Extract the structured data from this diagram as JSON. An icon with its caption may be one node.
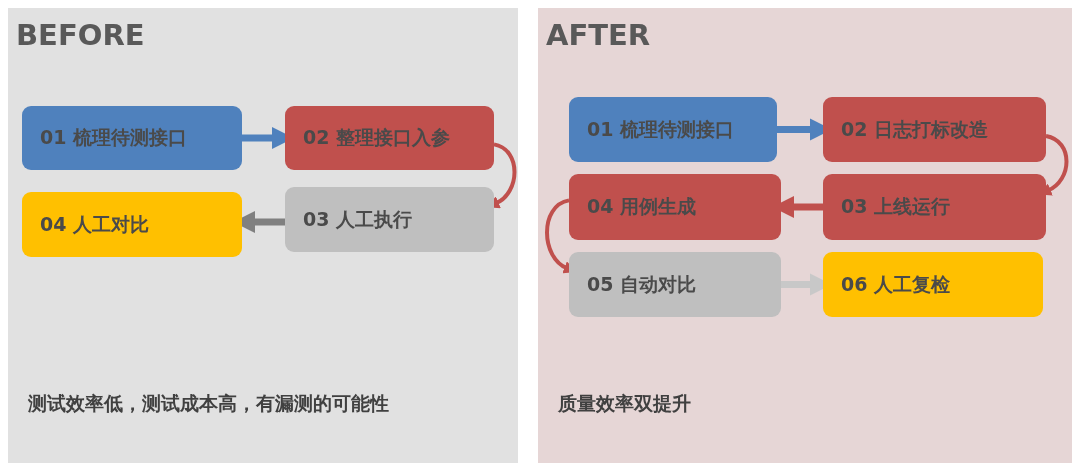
{
  "diagram": {
    "nodes": [
      {
        "text": [
          "BEFORE",
          "测试效率低，测试成本高，有漏测的可能性"
        ]
      },
      {
        "text": [
          "01 梳理待测接口"
        ],
        "in": 0
      },
      {
        "text": [
          "02 整理接口入参"
        ],
        "in": 0
      },
      {
        "text": [
          "03 人工执行"
        ],
        "in": 0
      },
      {
        "text": [
          "04 人工对比"
        ],
        "in": 0
      },
      {
        "text": [
          "AFTER",
          "质量效率双提升"
        ]
      },
      {
        "text": [
          "01 梳理待测接口"
        ],
        "in": 5
      },
      {
        "text": [
          "02 日志打标改造"
        ],
        "in": 5
      },
      {
        "text": [
          "03 上线运行"
        ],
        "in": 5
      },
      {
        "text": [
          "04 用例生成"
        ],
        "in": 5
      },
      {
        "text": [
          "05 自动对比"
        ],
        "in": 5
      },
      {
        "text": [
          "06 人工复检"
        ],
        "in": 5
      }
    ],
    "edges": [
      {
        "from": 1,
        "to": 2,
        "arrow": "to",
        "color": "#4f81bd"
      },
      {
        "from": 2,
        "to": 3,
        "arrow": "to",
        "color": "#c0504d"
      },
      {
        "from": 3,
        "to": 4,
        "arrow": "to",
        "color": "#808080"
      },
      {
        "from": 6,
        "to": 7,
        "arrow": "to",
        "color": "#4f81bd"
      },
      {
        "from": 7,
        "to": 8,
        "arrow": "to",
        "color": "#c0504d"
      },
      {
        "from": 8,
        "to": 9,
        "arrow": "to",
        "color": "#c0504d"
      },
      {
        "from": 9,
        "to": 10,
        "arrow": "to",
        "color": "#c0504d"
      },
      {
        "from": 10,
        "to": 11,
        "arrow": "to",
        "color": "#c8c8c8"
      }
    ]
  }
}
